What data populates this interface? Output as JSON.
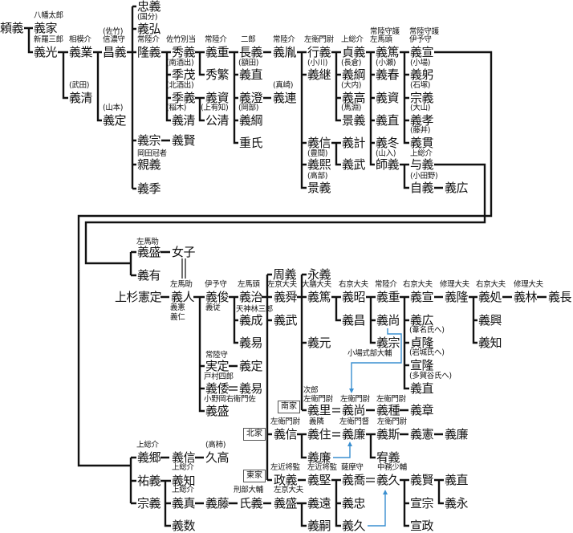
{
  "names": [
    "頼義",
    "義家",
    "義光",
    "義業",
    "昌義",
    "義清",
    "義定",
    "忠義",
    "義弘",
    "隆義",
    "義宗",
    "義賢",
    "親義",
    "義季",
    "秀義",
    "季茂",
    "季義",
    "義清",
    "義重",
    "秀繁",
    "義資",
    "公清",
    "長義",
    "義直",
    "義澄",
    "義綱",
    "重氏",
    "義胤",
    "義連",
    "行義",
    "義継",
    "義信",
    "義熙",
    "景義",
    "貞義",
    "義綱",
    "義高",
    "景義",
    "義計",
    "義武",
    "義篤",
    "義春",
    "義資",
    "義直",
    "義冬",
    "師義",
    "義宣",
    "義躬",
    "宗義",
    "義孝",
    "義貫",
    "与義",
    "自義",
    "義広",
    "義盛",
    "女子",
    "義有",
    "上杉憲定",
    "義人",
    "義俊",
    "義治",
    "義成",
    "義易",
    "実定",
    "義定",
    "義倭",
    "義易",
    "義盛",
    "周義",
    "義舜",
    "義武",
    "永義",
    "義篤",
    "義元",
    "義里",
    "義昭",
    "義昌",
    "義重",
    "義尚",
    "義宗",
    "義宣",
    "義隆",
    "義処",
    "義林",
    "義長",
    "義興",
    "義知",
    "義広",
    "貞隆",
    "宣隆",
    "義直",
    "義尚",
    "義種",
    "義章",
    "義信",
    "義住",
    "義廉",
    "義斯",
    "義憲",
    "義廉",
    "義廉",
    "宥義",
    "義郷",
    "義信",
    "久高",
    "祐義",
    "義知",
    "宗義",
    "義真",
    "義藤",
    "氏義",
    "義盛",
    "義数",
    "政義",
    "義堅",
    "義喬",
    "義久",
    "義賢",
    "義直",
    "義遠",
    "義嗣",
    "義忠",
    "義久",
    "宣宗",
    "宣政",
    "義永"
  ],
  "annotations": [
    "八幡太郎",
    "新羅三郎",
    "相模介",
    "(佐竹)",
    "信濃守",
    "(武田)",
    "(山本)",
    "(国分)",
    "常陸介",
    "岡田冠者",
    "佐竹別当",
    "(南酒出)",
    "(北酒出)",
    "(稲木)",
    "常陸介",
    "(上有知)",
    "二郎",
    "(額田)",
    "(岡部)",
    "常陸介",
    "(真崎)",
    "左衛門尉",
    "(小川)",
    "(豊間)",
    "(高部)",
    "上総介",
    "(長倉)",
    "(大内)",
    "(馬淵)",
    "常陸守護",
    "左馬頭",
    "(小瀬)",
    "(山入)",
    "常陸守護",
    "伊予守",
    "(小場)",
    "(石塚)",
    "(大山)",
    "(藤井)",
    "上総介",
    "(小田野)",
    "左馬助",
    "左馬助",
    "義憲",
    "義仁",
    "伊予守",
    "義従",
    "左馬頭",
    "天神林三郎",
    "常陸守",
    "戸村四郎",
    "小野岡右衛門佐",
    "左京大夫",
    "大膳大夫",
    "右京大夫",
    "常陸介",
    "右京大夫",
    "修理大夫",
    "右京大夫",
    "修理大夫",
    "(葦名氏へ)",
    "(岩城氏へ)",
    "(多賀谷氏へ)",
    "小場式部大輔",
    "次郎",
    "左衛門尉",
    "左衛門尉",
    "左衛門尉",
    "左衛門尉",
    "義隣",
    "左衛門督",
    "左衛門尉",
    "上総介",
    "(高柿)",
    "上総介",
    "上総介",
    "刑部大輔",
    "左京大夫",
    "左近将監",
    "左近将監",
    "薩摩守",
    "中務少輔"
  ],
  "branches": [
    "南家",
    "北家",
    "東家"
  ],
  "colors": {
    "line": "#111111",
    "adoption_arrow": "#3a8fd0"
  }
}
